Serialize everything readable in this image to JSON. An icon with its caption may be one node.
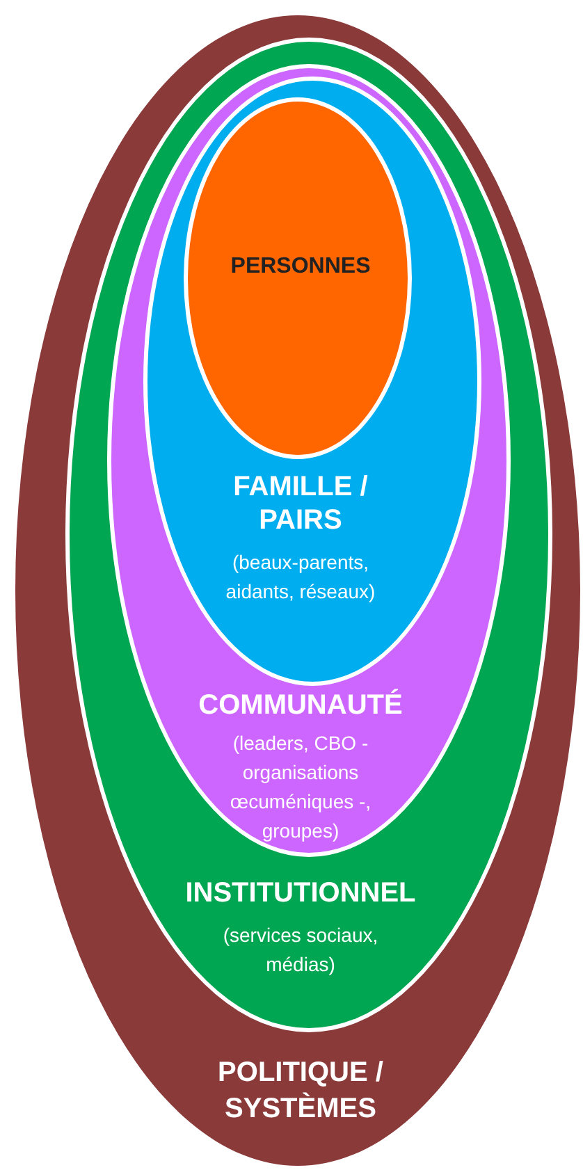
{
  "diagram": {
    "nodes": [
      {
        "text": [
          "POLITIQUE / SYSTÈMES"
        ]
      },
      {
        "text": [
          "INSTITUTIONNEL",
          "(services sociaux, médias)"
        ],
        "in": 0
      },
      {
        "text": [
          "COMMUNAUTÉ",
          "(leaders, CBO - organisations œcuméniques -, groupes)"
        ],
        "in": 1
      },
      {
        "text": [
          "FAMILLE / PAIRS",
          "(beaux-parents, aidants, réseaux)"
        ],
        "in": 2
      },
      {
        "text": [
          "PERSONNES"
        ],
        "in": 3
      }
    ]
  }
}
